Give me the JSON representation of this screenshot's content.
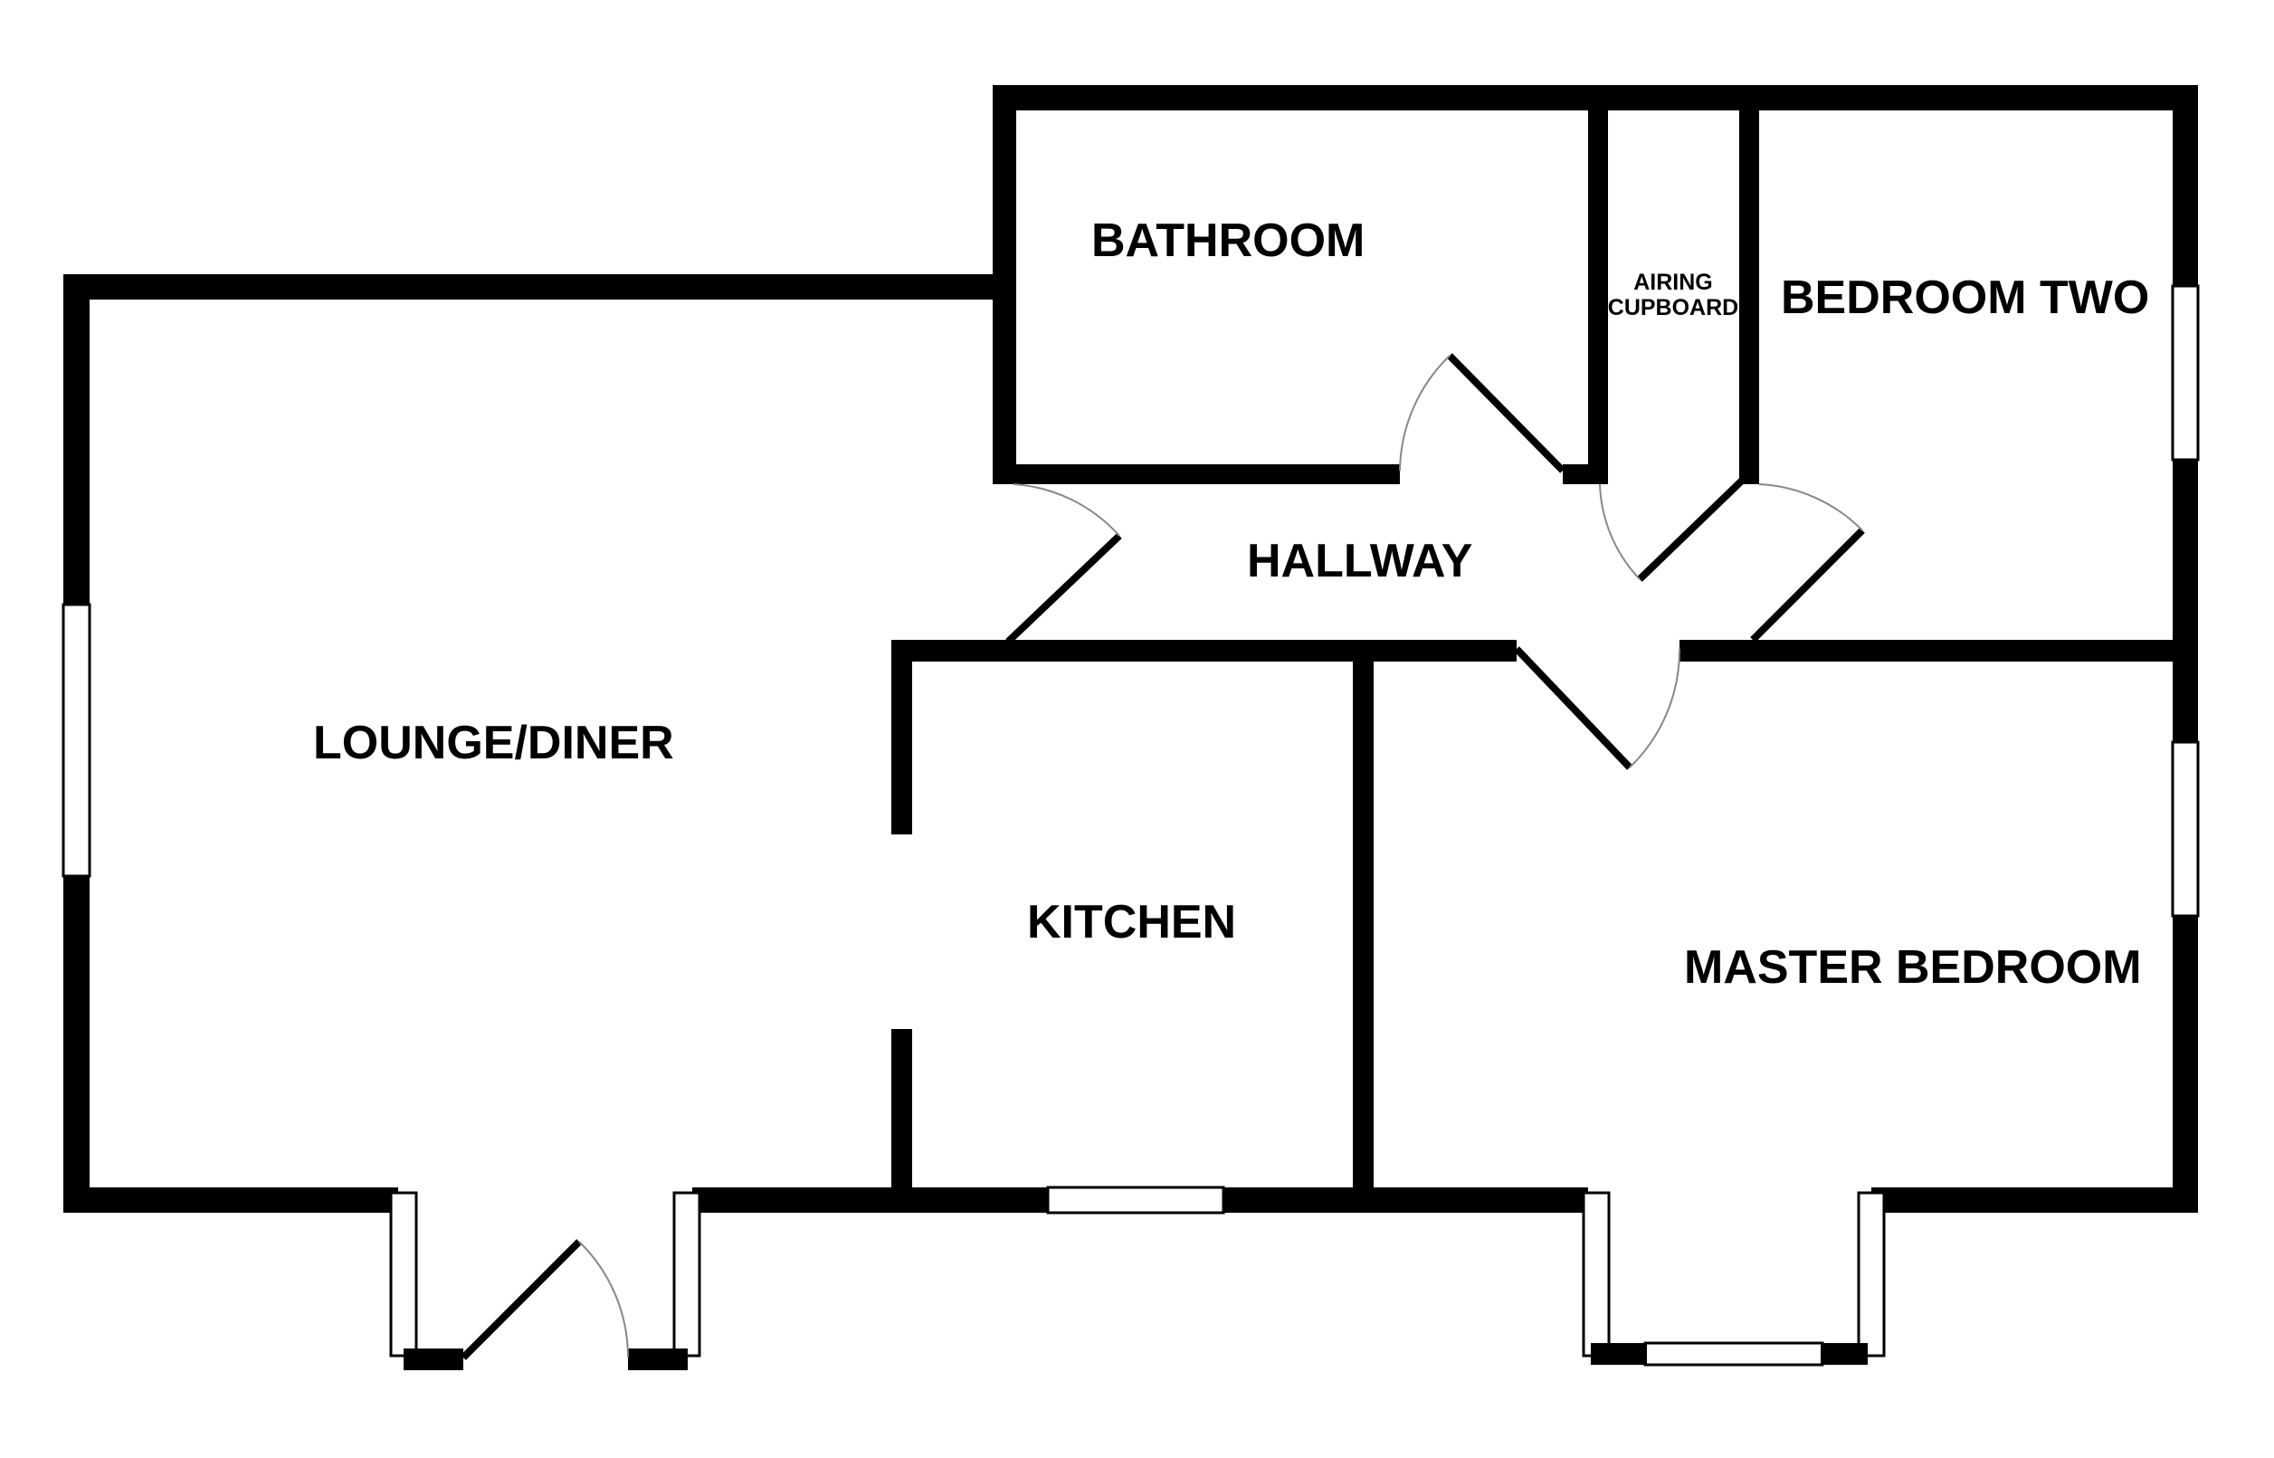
{
  "colors": {
    "wall": "#000000",
    "background": "#ffffff",
    "window": "#ffffff"
  },
  "rooms": {
    "bathroom": "BATHROOM",
    "airing_cupboard_line1": "AIRING",
    "airing_cupboard_line2": "CUPBOARD",
    "bedroom_two": "BEDROOM TWO",
    "hallway": "HALLWAY",
    "lounge_diner": "LOUNGE/DINER",
    "kitchen": "KITCHEN",
    "master_bedroom": "MASTER BEDROOM"
  }
}
